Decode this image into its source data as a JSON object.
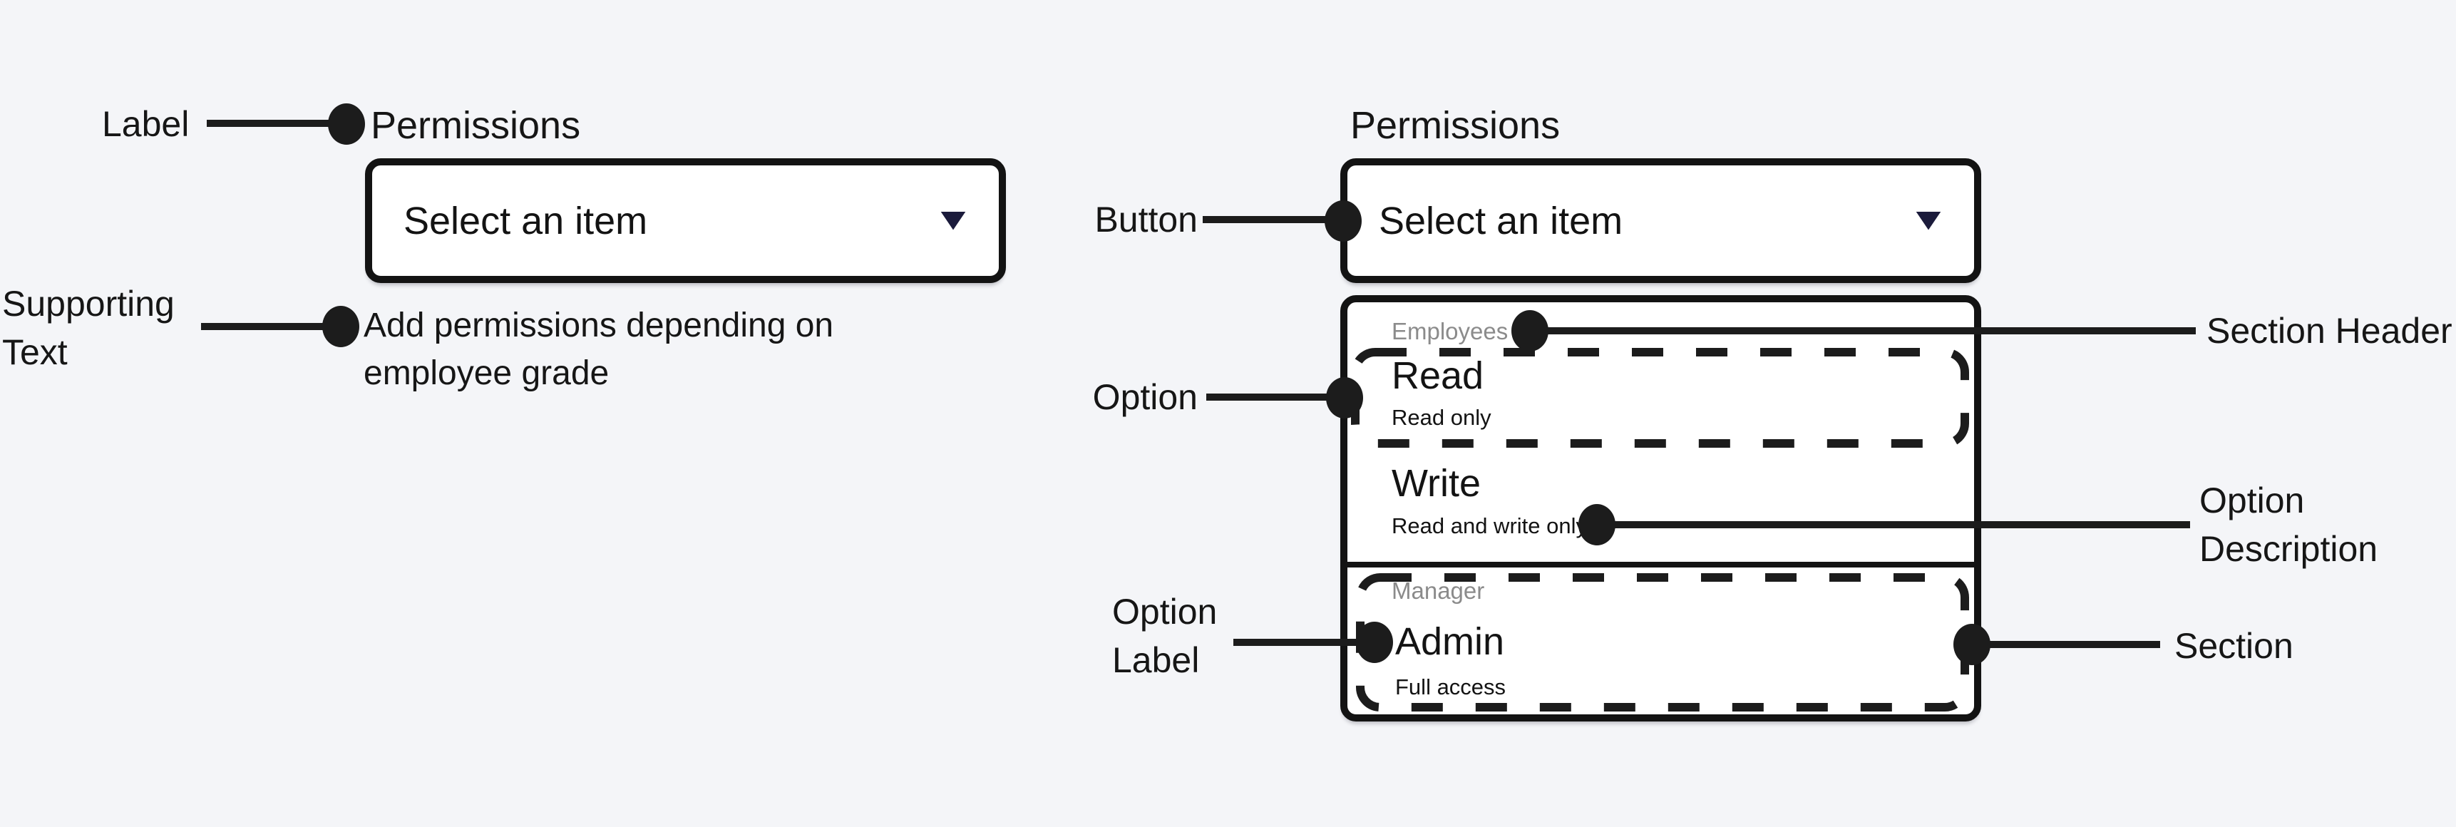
{
  "colors": {
    "background": "#f4f5f8",
    "ink": "#1c1c1c",
    "component_border": "#131313",
    "caret": "#1b1b3b",
    "section_header_gray": "#8b8b8b",
    "surface": "#ffffff"
  },
  "closed_example": {
    "label": "Permissions",
    "button_value": "Select an item",
    "supporting_text_line1": "Add permissions depending on",
    "supporting_text_line2": "employee grade"
  },
  "open_example": {
    "label": "Permissions",
    "button_value": "Select an item",
    "menu": {
      "sections": [
        {
          "header": "Employees",
          "options": [
            {
              "label": "Read",
              "description": "Read only"
            },
            {
              "label": "Write",
              "description": "Read and write only"
            }
          ]
        },
        {
          "header": "Manager",
          "options": [
            {
              "label": "Admin",
              "description": "Full access"
            }
          ]
        }
      ]
    }
  },
  "annotations": {
    "label": "Label",
    "supporting_text": "Supporting Text",
    "button": "Button",
    "option": "Option",
    "section_header": "Section Header",
    "option_description": "Option Description",
    "option_label": "Option Label",
    "section": "Section"
  }
}
